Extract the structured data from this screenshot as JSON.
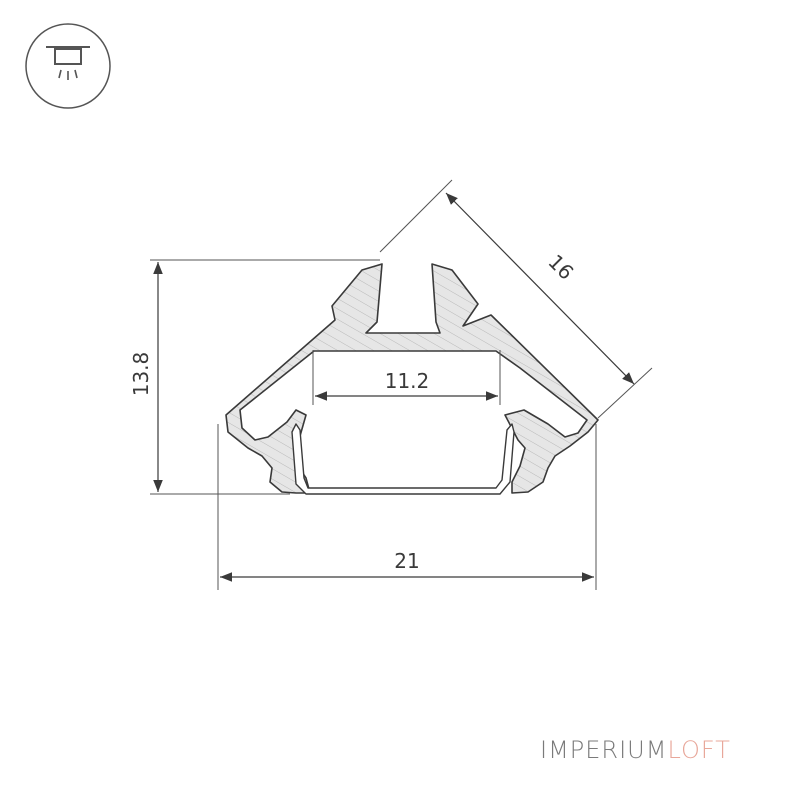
{
  "mount_icon": "ceiling-mount-light-icon",
  "dimensions": {
    "height": "13.8",
    "inner_width": "11.2",
    "diagonal": "16",
    "total_width": "21"
  },
  "logo": {
    "part1": "IMPERIUM",
    "part2": "LOFT"
  },
  "colors": {
    "profile_fill": "#e6e6e6",
    "line": "#3a3a3a",
    "logo_gray": "#7a7a7a",
    "logo_accent": "#e8a79a"
  }
}
